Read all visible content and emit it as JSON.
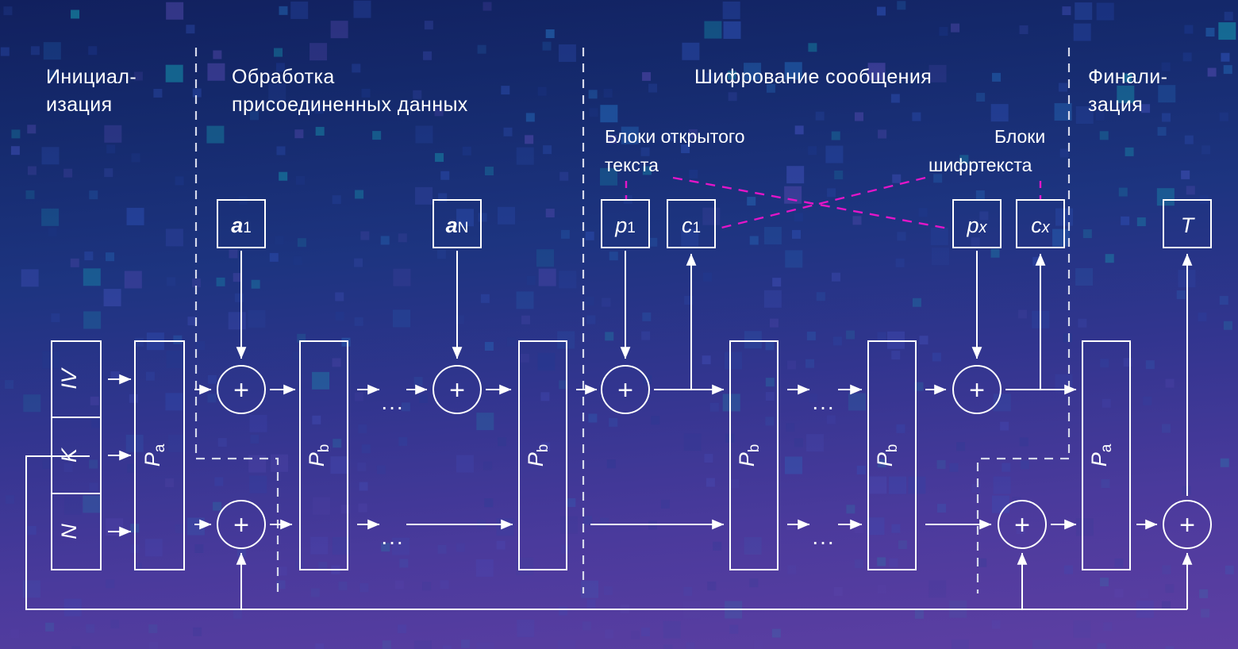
{
  "diagram": {
    "title": "Ascon AEAD schematic",
    "colors": {
      "line": "#ffffff",
      "divider": "#d6d9ea",
      "highlight": "#e315c8",
      "bg_top": "#11205e",
      "bg_bottom": "#5e3fa3"
    },
    "sections": [
      {
        "id": "init",
        "label": "Инициал-\nизация",
        "line1": "Инициал-",
        "line2": "изация"
      },
      {
        "id": "ad",
        "label": "Обработка\nприсоединенных данных",
        "line1": "Обработка",
        "line2": "присоединенных данных"
      },
      {
        "id": "encryption",
        "label": "Шифрование сообщения",
        "line1": "Шифрование сообщения",
        "line2": ""
      },
      {
        "id": "final",
        "label": "Финали-\nзация",
        "line1": "Финали-",
        "line2": "зация"
      }
    ],
    "callouts": [
      {
        "id": "plaintext-blocks",
        "line1": "Блоки открытого",
        "line2": "текста"
      },
      {
        "id": "ciphertext-blocks",
        "line1": "Блоки",
        "line2": "шифртекста"
      }
    ],
    "data_blocks": [
      {
        "id": "a1",
        "main": "a",
        "sub": "1",
        "bold": true
      },
      {
        "id": "aN",
        "main": "a",
        "sub": "N",
        "bold": true
      },
      {
        "id": "p1",
        "main": "p",
        "sub": "1",
        "bold": false
      },
      {
        "id": "c1",
        "main": "c",
        "sub": "1",
        "bold": false
      },
      {
        "id": "px",
        "main": "p",
        "sub": "x",
        "bold": false
      },
      {
        "id": "cx",
        "main": "c",
        "sub": "x",
        "bold": false
      },
      {
        "id": "T",
        "main": "T",
        "sub": "",
        "bold": false
      }
    ],
    "state_inputs": [
      {
        "id": "iv",
        "label": "IV"
      },
      {
        "id": "k",
        "label": "K"
      },
      {
        "id": "n",
        "label": "N"
      }
    ],
    "permutations": [
      {
        "id": "pa-init",
        "main": "P",
        "sub": "a"
      },
      {
        "id": "pb-ad-1",
        "main": "P",
        "sub": "b"
      },
      {
        "id": "pb-ad-n",
        "main": "P",
        "sub": "b"
      },
      {
        "id": "pb-enc-1",
        "main": "P",
        "sub": "b"
      },
      {
        "id": "pb-enc-n",
        "main": "P",
        "sub": "b"
      },
      {
        "id": "pa-final",
        "main": "P",
        "sub": "a"
      }
    ],
    "xor_symbol": "+",
    "ellipsis": "...",
    "xor_nodes": [
      {
        "id": "xor-ad-1-top"
      },
      {
        "id": "xor-ad-1-bot"
      },
      {
        "id": "xor-ad-n-top"
      },
      {
        "id": "xor-enc-1-top"
      },
      {
        "id": "xor-enc-x-top"
      },
      {
        "id": "xor-enc-x-bot"
      },
      {
        "id": "xor-final-bot"
      }
    ]
  }
}
